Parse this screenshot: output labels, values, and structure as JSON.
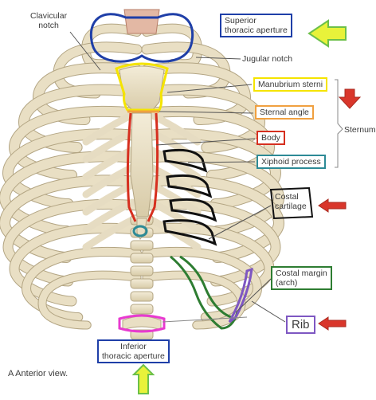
{
  "labels": {
    "clavicular_notch": "Clavicular\nnotch",
    "superior_aperture": "Superior\nthoracic aperture",
    "jugular_notch": "Jugular notch",
    "manubrium": "Manubrium sterni",
    "sternal_angle": "Sternal angle",
    "body": "Body",
    "xiphoid": "Xiphoid process",
    "sternum": "Sternum",
    "costal_cartilage": "Costal\ncartilage",
    "costal_margin": "Costal margin\n(arch)",
    "rib": "Rib",
    "inferior_aperture": "Inferior\nthoracic aperture",
    "caption": "A  Anterior view."
  },
  "colors": {
    "blue": "#1f3fa8",
    "yellow": "#f5e400",
    "orange": "#f0a040",
    "red": "#d62f1f",
    "teal": "#2d8a96",
    "black": "#111111",
    "green": "#2e7d32",
    "purple": "#7e57c2",
    "magenta": "#e83ad0",
    "arrow_yellow": "#e8f23a",
    "arrow_green": "#6cc04a",
    "arrow_red": "#d9362b",
    "bone": "#e9dfc4",
    "bone_edge": "#b3a583"
  }
}
